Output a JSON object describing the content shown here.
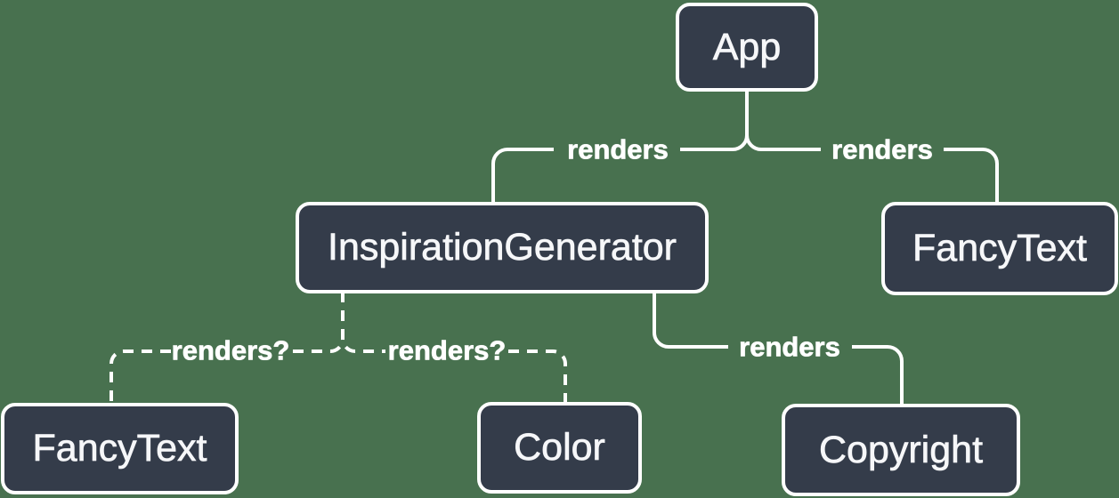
{
  "diagram": {
    "title": "React render tree diagram",
    "background_color": "#48714F",
    "node_fill_color": "#343C4A",
    "node_border_color": "#FFFFFF",
    "node_text_color": "#F6F7F9",
    "edge_color": "#FFFFFF",
    "nodes": [
      {
        "id": "app",
        "label": "App"
      },
      {
        "id": "inspiration-generator",
        "label": "InspirationGenerator"
      },
      {
        "id": "fancy-text-top",
        "label": "FancyText"
      },
      {
        "id": "fancy-text-bottom",
        "label": "FancyText"
      },
      {
        "id": "color",
        "label": "Color"
      },
      {
        "id": "copyright",
        "label": "Copyright"
      }
    ],
    "edges": [
      {
        "from": "App",
        "to": "InspirationGenerator",
        "label": "renders",
        "style": "solid"
      },
      {
        "from": "App",
        "to": "FancyText",
        "label": "renders",
        "style": "solid"
      },
      {
        "from": "InspirationGenerator",
        "to": "Copyright",
        "label": "renders",
        "style": "solid"
      },
      {
        "from": "InspirationGenerator",
        "to": "FancyText",
        "label": "renders?",
        "style": "dashed"
      },
      {
        "from": "InspirationGenerator",
        "to": "Color",
        "label": "renders?",
        "style": "dashed"
      }
    ]
  }
}
